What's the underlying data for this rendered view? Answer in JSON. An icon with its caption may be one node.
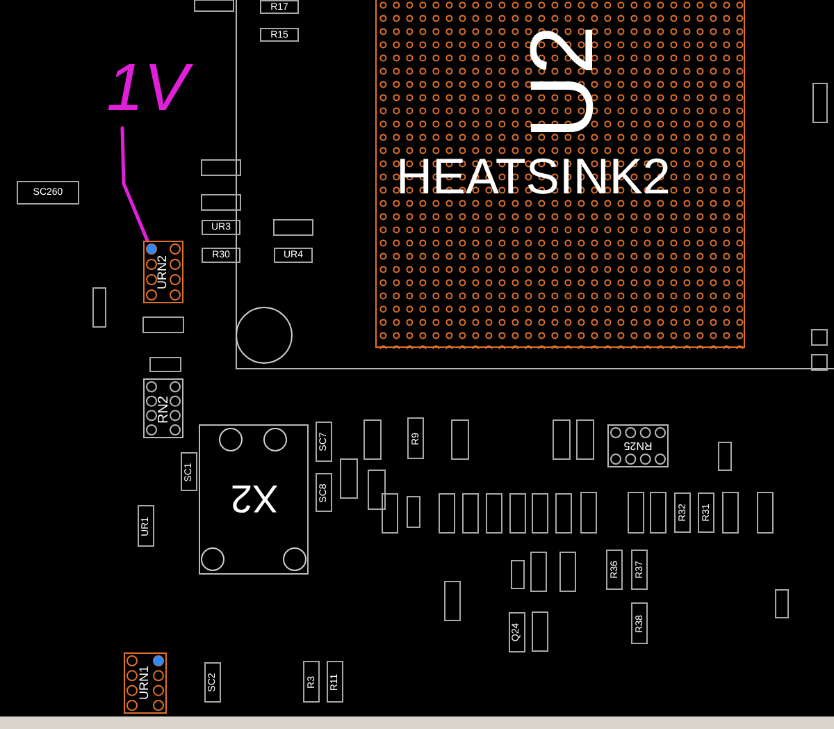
{
  "diagram": {
    "nodes": [
      {
        "text": [
          "U2",
          "HEATSINK2"
        ]
      },
      {
        "text": [
          "1V"
        ]
      },
      {
        "text": [
          "URN2"
        ]
      },
      {
        "text": [
          "RN2"
        ]
      },
      {
        "text": [
          "X2"
        ]
      },
      {
        "text": [
          "URN1"
        ]
      },
      {
        "text": [
          "RN25"
        ]
      }
    ],
    "edges": [
      {
        "from": 1,
        "to": 2,
        "arrow": "none",
        "color": "#e020d8"
      }
    ],
    "labels": [
      "R17",
      "R15",
      "SC260",
      "UR3",
      "R30",
      "UR4",
      "SC7",
      "R9",
      "SC1",
      "SC8",
      "UR1",
      "R32",
      "R31",
      "R36",
      "R37",
      "R38",
      "Q24",
      "SC2",
      "R3",
      "R11"
    ]
  }
}
